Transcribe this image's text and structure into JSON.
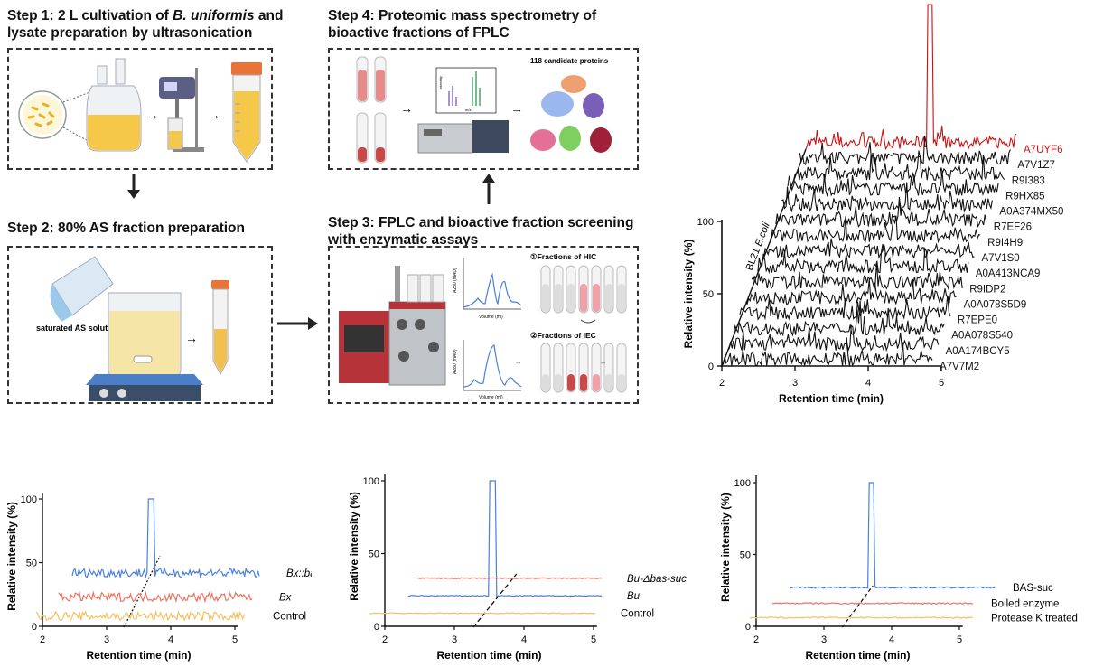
{
  "steps": {
    "step1": {
      "line1_prefix": "Step 1: 2 L cultivation of ",
      "line1_italic": "B. uniformis",
      "line1_suffix": " and",
      "line2": "lysate preparation by ultrasonication"
    },
    "step2": {
      "title": "Step 2: 80% AS fraction preparation",
      "label": "saturated AS solution"
    },
    "step3": {
      "line1": "Step 3: FPLC and bioactive fraction screening",
      "line2": "with enzymatic assays",
      "hic": "①Fractions of HIC",
      "iec": "②Fractions of IEC",
      "axis_x": "Volume (ml)",
      "axis_y": "A280 (mAU)"
    },
    "step4": {
      "line1": "Step 4: Proteomic mass spectrometry of",
      "line2": "bioactive fractions of FPLC",
      "candidates": "118 candidate proteins",
      "mz": "m/z",
      "intensity": "Intensity"
    }
  },
  "colors": {
    "red": "#cc1111",
    "blue": "#4a7fe0",
    "orange": "#f07060",
    "yellow": "#f5c060",
    "black": "#111111"
  },
  "chart_data": [
    {
      "type": "line",
      "ylabel": "Relative intensity (%)",
      "xlabel": "Retention time (min)",
      "xticks": [
        "2",
        "3",
        "4",
        "5"
      ],
      "yticks": [
        "0",
        "50",
        "100"
      ],
      "depth_label_prefix": "BL21 ",
      "depth_label_italic": "E.coli",
      "series": [
        {
          "name": "A7UYF6",
          "color": "#cc1111",
          "peak": 100,
          "peak_x": 3.7
        },
        {
          "name": "A7V1Z7",
          "color": "#111111"
        },
        {
          "name": "R9I383",
          "color": "#111111"
        },
        {
          "name": "R9HX85",
          "color": "#111111"
        },
        {
          "name": "A0A374MX50",
          "color": "#111111"
        },
        {
          "name": "R7EF26",
          "color": "#111111"
        },
        {
          "name": "R9I4H9",
          "color": "#111111"
        },
        {
          "name": "A7V1S0",
          "color": "#111111"
        },
        {
          "name": "A0A413NCA9",
          "color": "#111111"
        },
        {
          "name": "R9IDP2",
          "color": "#111111"
        },
        {
          "name": "A0A078S5D9",
          "color": "#111111"
        },
        {
          "name": "R7EPE0",
          "color": "#111111"
        },
        {
          "name": "A0A078S540",
          "color": "#111111"
        },
        {
          "name": "A0A174BCY5",
          "color": "#111111"
        },
        {
          "name": "A7V7M2",
          "color": "#111111"
        }
      ]
    },
    {
      "type": "line",
      "ylabel": "Relative intensity (%)",
      "xlabel": "Retention time (min)",
      "xticks": [
        "2",
        "3",
        "4",
        "5"
      ],
      "yticks": [
        "0",
        "50",
        "100"
      ],
      "series": [
        {
          "name": "Bx::bas-suc",
          "color": "#4a7fe0",
          "baseline": 42,
          "peak": 100,
          "peak_x": 3.7
        },
        {
          "name": "Bx",
          "color": "#f07060",
          "baseline": 23
        },
        {
          "name": "Control",
          "color": "#f5c060",
          "baseline": 8
        }
      ]
    },
    {
      "type": "line",
      "ylabel": "Relative intensity (%)",
      "xlabel": "Retention time (min)",
      "xticks": [
        "2",
        "3",
        "4",
        "5"
      ],
      "yticks": [
        "0",
        "50",
        "100"
      ],
      "series": [
        {
          "name": "Bu-Δbas-suc",
          "color": "#f07060",
          "baseline": 33
        },
        {
          "name": "Bu",
          "color": "#4a7fe0",
          "baseline": 21,
          "peak": 100,
          "peak_x": 3.55
        },
        {
          "name": "Control",
          "color": "#f5c060",
          "baseline": 9
        }
      ]
    },
    {
      "type": "line",
      "ylabel": "Relative intensity (%)",
      "xlabel": "Retention time (min)",
      "xticks": [
        "2",
        "3",
        "4",
        "5"
      ],
      "yticks": [
        "0",
        "50",
        "100"
      ],
      "series": [
        {
          "name": "BAS-suc",
          "color": "#4a7fe0",
          "baseline": 27,
          "peak": 100,
          "peak_x": 3.7
        },
        {
          "name": "Boiled enzyme",
          "color": "#f07060",
          "baseline": 16
        },
        {
          "name": "Protease K treated",
          "color": "#f5c060",
          "baseline": 6
        }
      ]
    }
  ]
}
